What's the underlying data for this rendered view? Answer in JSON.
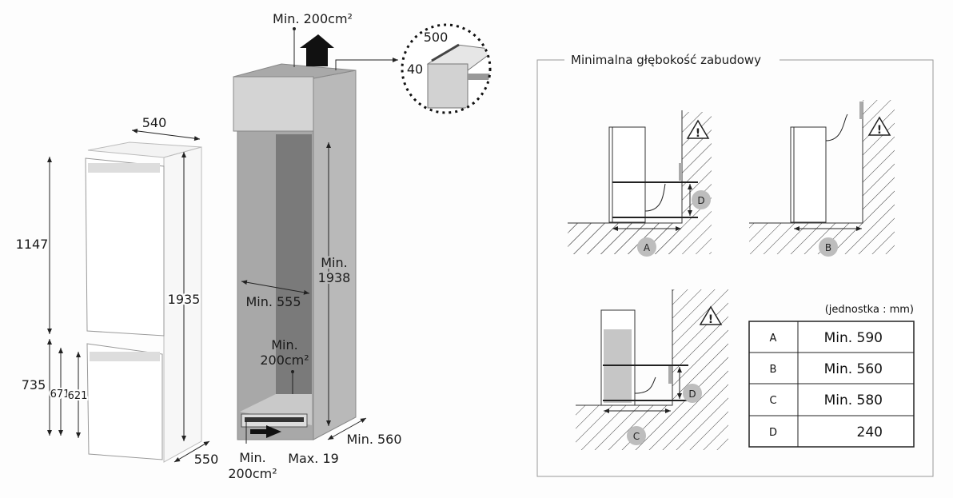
{
  "fridge": {
    "width": "540",
    "upper_height": "1147",
    "total_height": "1935",
    "lower_height": "735",
    "lower_inner_1": "671",
    "lower_inner_2": "621",
    "depth": "550"
  },
  "cabinet": {
    "top_vent": "Min. 200cm²",
    "inner_height_line1": "Min.",
    "inner_height_line2": "1938",
    "inner_width": "Min. 555",
    "back_vent_line1": "Min.",
    "back_vent_line2": "200cm²",
    "bottom_vent_line1": "Min.",
    "bottom_vent_line2": "200cm²",
    "door_offset": "Max. 19",
    "depth": "Min. 560",
    "inset_width": "500",
    "inset_height": "40"
  },
  "depth_panel": {
    "title": "Minimalna głębokość zabudowy",
    "markers": [
      "A",
      "B",
      "C",
      "D",
      "D"
    ],
    "unit_note": "(jednostka : mm)",
    "table": [
      {
        "key": "A",
        "value": "Min. 590"
      },
      {
        "key": "B",
        "value": "Min. 560"
      },
      {
        "key": "C",
        "value": "Min. 580"
      },
      {
        "key": "D",
        "value": "240"
      }
    ]
  },
  "colors": {
    "line": "#2a2a2a",
    "panel_grey": "#c8c8c8",
    "inner_dark": "#7a7a7a",
    "marker": "#bdbdbd"
  }
}
